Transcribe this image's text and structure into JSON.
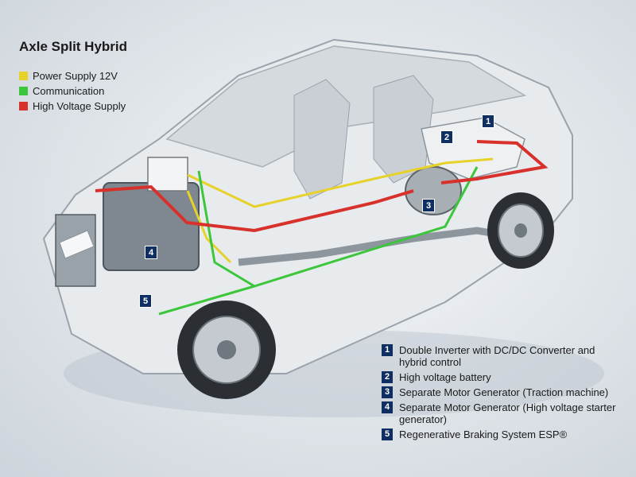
{
  "title": "Axle Split Hybrid",
  "legend": [
    {
      "label": "Power Supply 12V",
      "color": "#e6d22a"
    },
    {
      "label": "Communication",
      "color": "#3cc63c"
    },
    {
      "label": "High Voltage Supply",
      "color": "#d8312b"
    }
  ],
  "markers": [
    "1",
    "2",
    "3",
    "4",
    "5"
  ],
  "components": [
    {
      "number": "1",
      "label": "Double Inverter with DC/DC Converter and hybrid control"
    },
    {
      "number": "2",
      "label": "High voltage battery"
    },
    {
      "number": "3",
      "label": "Separate Motor Generator (Traction machine)"
    },
    {
      "number": "4",
      "label": "Separate Motor Generator (High voltage starter generator)"
    },
    {
      "number": "5",
      "label": "Regenerative Braking System ESP®"
    }
  ]
}
